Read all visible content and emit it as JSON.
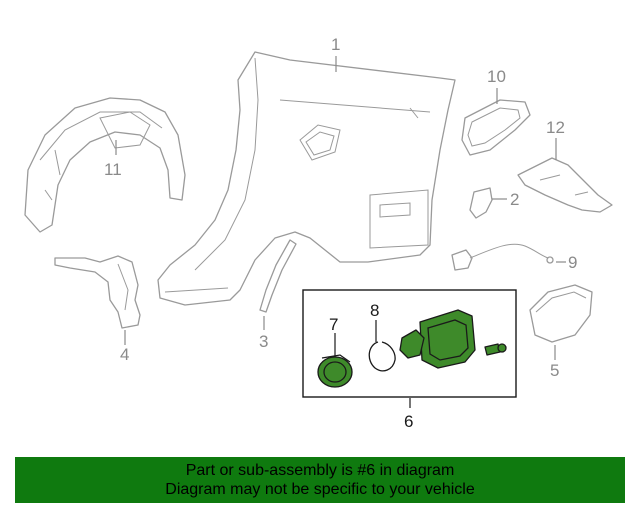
{
  "callouts": {
    "c1": "1",
    "c2": "2",
    "c3": "3",
    "c4": "4",
    "c5": "5",
    "c6": "6",
    "c7": "7",
    "c8": "8",
    "c9": "9",
    "c10": "10",
    "c11": "11",
    "c12": "12"
  },
  "highlight": {
    "part_number": "6",
    "color": "#3e8a2a"
  },
  "banner": {
    "line1": "Part or sub-assembly is #6 in diagram",
    "line2": "Diagram may not be specific to your vehicle",
    "background": "#0f7a0f"
  }
}
